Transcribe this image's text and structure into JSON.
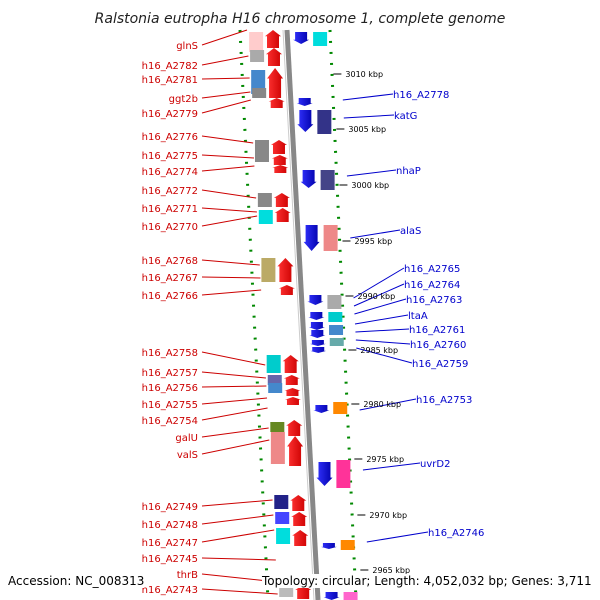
{
  "title": "Ralstonia eutropha H16 chromosome 1, complete genome",
  "accession_label": "Accession: NC_008313",
  "topology_label": "Topology: circular; Length: 4,052,032 bp; Genes: 3,711",
  "left_genes": [
    "glnS",
    "h16_A2782",
    "h16_A2781",
    "ggt2b",
    "h16_A2779",
    "h16_A2776",
    "h16_A2775",
    "h16_A2774",
    "h16_A2772",
    "h16_A2771",
    "h16_A2770",
    "h16_A2768",
    "h16_A2767",
    "h16_A2766",
    "h16_A2758",
    "h16_A2757",
    "h16_A2756",
    "h16_A2755",
    "h16_A2754",
    "galU",
    "valS",
    "h16_A2749",
    "h16_A2748",
    "h16_A2747",
    "h16_A2745",
    "thrB",
    "h16_A2743"
  ],
  "right_genes": [
    "h16_A2778",
    "katG",
    "nhaP",
    "alaS",
    "h16_A2765",
    "h16_A2764",
    "h16_A2763",
    "ltaA",
    "h16_A2761",
    "h16_A2760",
    "h16_A2759",
    "h16_A2753",
    "uvrD2",
    "h16_A2746"
  ],
  "kbp_ticks": [
    "3010 kbp",
    "3005 kbp",
    "3000 kbp",
    "2995 kbp",
    "2990 kbp",
    "2985 kbp",
    "2980 kbp",
    "2975 kbp",
    "2970 kbp",
    "2965 kbp"
  ],
  "colors": {
    "left_label": "#cc0000",
    "right_label": "#0000cc",
    "backbone": "#888888",
    "tick": "#008800"
  }
}
